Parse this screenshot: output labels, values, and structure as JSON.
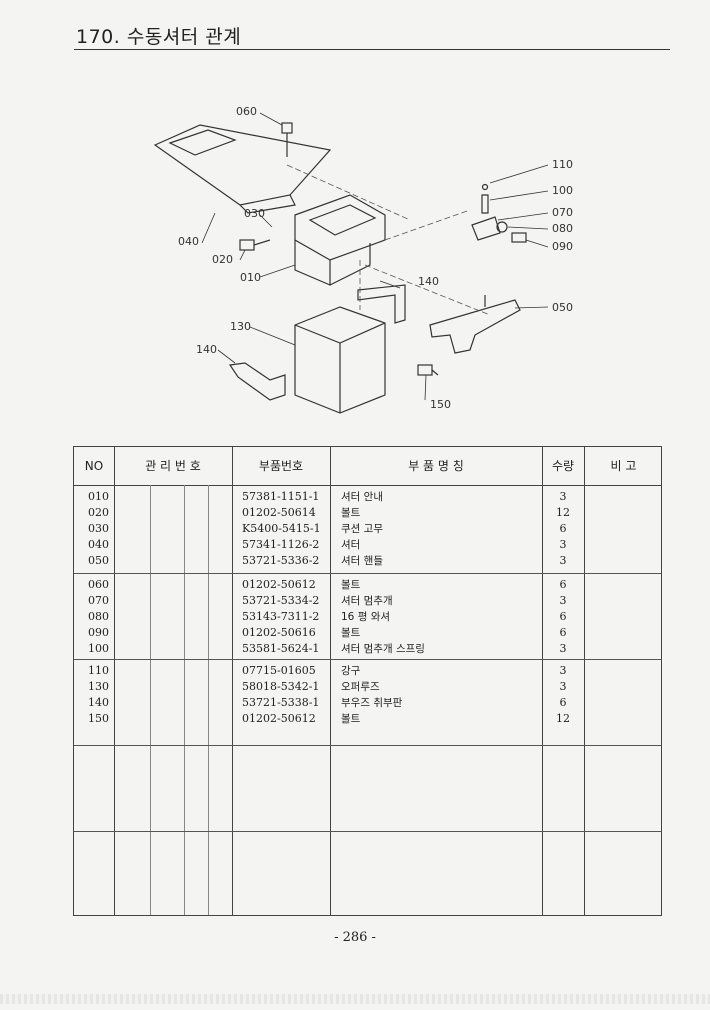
{
  "title": "170. 수동셔터 관계",
  "callouts": [
    "060",
    "110",
    "100",
    "070",
    "080",
    "090",
    "030",
    "040",
    "020",
    "010",
    "140",
    "050",
    "130",
    "140",
    "150"
  ],
  "table": {
    "headers": {
      "no": "NO",
      "mgmt": "관 리 번 호",
      "part": "부품번호",
      "name": "부   품   명   칭",
      "qty": "수량",
      "note": "비  고"
    },
    "groups": [
      [
        {
          "no": "010",
          "part": "57381-1151-1",
          "name": "셔터 안내",
          "qty": "3"
        },
        {
          "no": "020",
          "part": "01202-50614",
          "name": "볼트",
          "qty": "12"
        },
        {
          "no": "030",
          "part": "K5400-5415-1",
          "name": "쿠션 고무",
          "qty": "6"
        },
        {
          "no": "040",
          "part": "57341-1126-2",
          "name": "셔터",
          "qty": "3"
        },
        {
          "no": "050",
          "part": "53721-5336-2",
          "name": "셔터 핸들",
          "qty": "3"
        }
      ],
      [
        {
          "no": "060",
          "part": "01202-50612",
          "name": "볼트",
          "qty": "6"
        },
        {
          "no": "070",
          "part": "53721-5334-2",
          "name": "셔터 멈추개",
          "qty": "3"
        },
        {
          "no": "080",
          "part": "53143-7311-2",
          "name": "16 평 와셔",
          "qty": "6"
        },
        {
          "no": "090",
          "part": "01202-50616",
          "name": "볼트",
          "qty": "6"
        },
        {
          "no": "100",
          "part": "53581-5624-1",
          "name": "셔터 멈추개 스프링",
          "qty": "3"
        }
      ],
      [
        {
          "no": "110",
          "part": "07715-01605",
          "name": "강구",
          "qty": "3"
        },
        {
          "no": "130",
          "part": "58018-5342-1",
          "name": "오퍼루즈",
          "qty": "3"
        },
        {
          "no": "140",
          "part": "53721-5338-1",
          "name": "부우즈 취부판",
          "qty": "6"
        },
        {
          "no": "150",
          "part": "01202-50612",
          "name": "볼트",
          "qty": "12"
        }
      ]
    ]
  },
  "page_number": "- 286 -"
}
